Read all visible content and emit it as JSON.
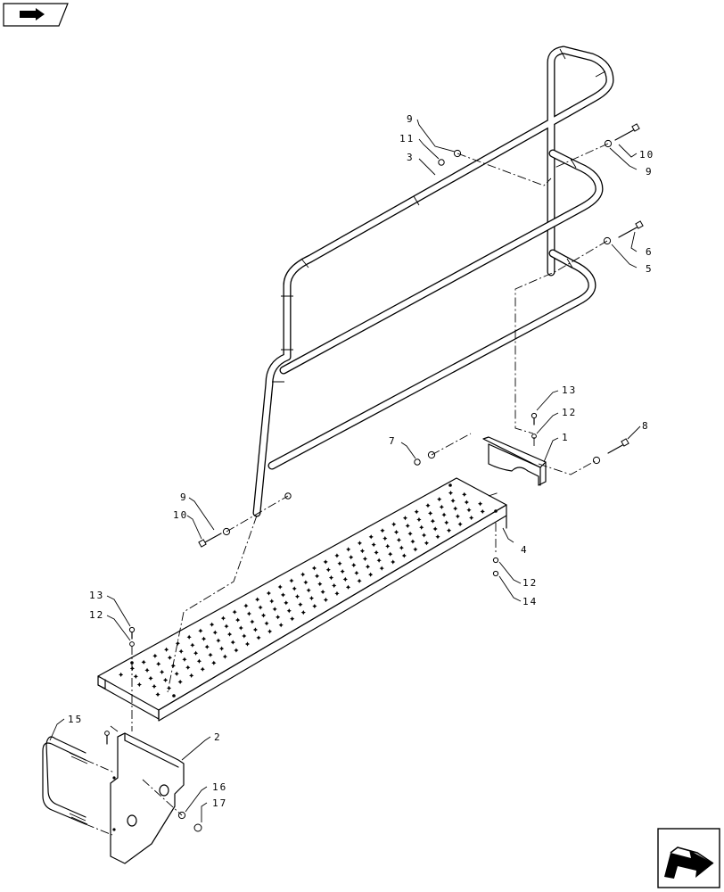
{
  "callouts": [
    {
      "id": "c-1",
      "label": "1"
    },
    {
      "id": "c-2",
      "label": "2"
    },
    {
      "id": "c-3",
      "label": "3"
    },
    {
      "id": "c-4",
      "label": "4"
    },
    {
      "id": "c-5",
      "label": "5"
    },
    {
      "id": "c-6",
      "label": "6"
    },
    {
      "id": "c-7",
      "label": "7"
    },
    {
      "id": "c-8",
      "label": "8"
    },
    {
      "id": "c-9a",
      "label": "9"
    },
    {
      "id": "c-9b",
      "label": "9"
    },
    {
      "id": "c-9c",
      "label": "9"
    },
    {
      "id": "c-10a",
      "label": "10"
    },
    {
      "id": "c-10b",
      "label": "10"
    },
    {
      "id": "c-11",
      "label": "11"
    },
    {
      "id": "c-12a",
      "label": "12"
    },
    {
      "id": "c-12b",
      "label": "12"
    },
    {
      "id": "c-12c",
      "label": "12"
    },
    {
      "id": "c-13a",
      "label": "13"
    },
    {
      "id": "c-13b",
      "label": "13"
    },
    {
      "id": "c-14",
      "label": "14"
    },
    {
      "id": "c-15",
      "label": "15"
    },
    {
      "id": "c-16",
      "label": "16"
    },
    {
      "id": "c-17",
      "label": "17"
    }
  ],
  "icons": {
    "top_left": "book-arrow-icon",
    "bottom_right": "next-page-arrow-icon"
  }
}
